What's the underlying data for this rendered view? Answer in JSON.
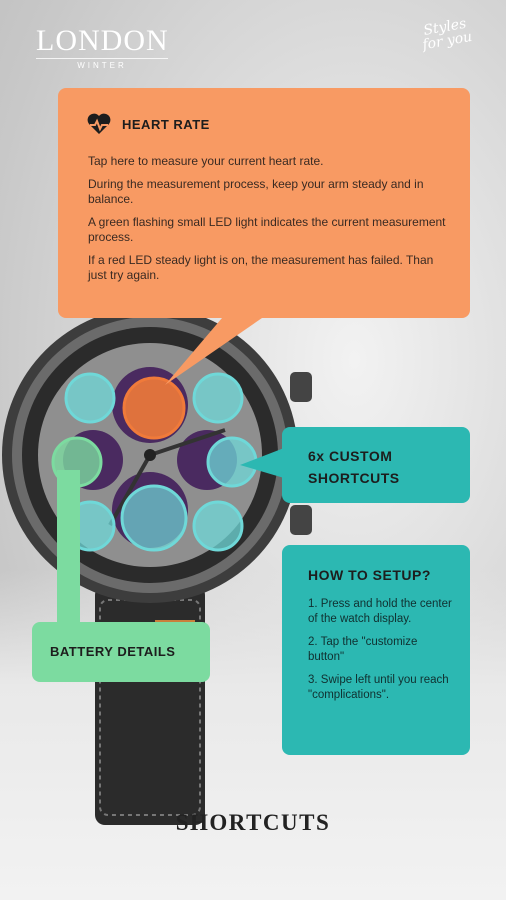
{
  "brand": {
    "logo_main": "LONDON",
    "logo_sub": "WINTER",
    "maker": "Styles for you"
  },
  "heart_rate": {
    "title": "HEART RATE",
    "icon": "heart-pulse-icon",
    "lines": [
      "Tap here to measure your current heart rate.",
      "During the measurement process, keep your arm steady and in balance.",
      "A green flashing small LED light indicates the current measurement process.",
      "If a red LED steady light is on, the measurement has failed. Than just try again."
    ]
  },
  "shortcuts_box": {
    "line1": "6x CUSTOM",
    "line2": "SHORTCUTS"
  },
  "setup": {
    "title": "HOW TO SETUP?",
    "steps": [
      "1. Press and hold the center of the watch display.",
      "2. Tap the \"customize button\"",
      "3. Swipe left until you reach \"complications\"."
    ]
  },
  "battery": {
    "label": "BATTERY DETAILS"
  },
  "footer": {
    "title": "SHORTCUTS"
  },
  "colors": {
    "orange": "#f89a63",
    "teal": "#2cb8b2",
    "green": "#7cdba0",
    "highlight_teal": "#6fd8d8",
    "highlight_orange": "#f07a3a"
  }
}
